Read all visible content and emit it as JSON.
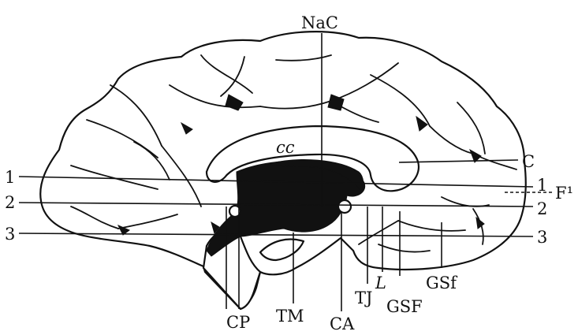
{
  "figure": {
    "labels": {
      "nac": "NaC",
      "cc": "cc",
      "c": "C",
      "f1": "F¹",
      "cp": "CP",
      "tm": "TM",
      "ca": "CA",
      "tj": "TJ",
      "l": "L",
      "gsf_upper": "GSF",
      "gsf_lower": "GSf"
    },
    "level_markers": {
      "left": [
        "1",
        "2",
        "3"
      ],
      "right": [
        "1",
        "2",
        "3"
      ]
    }
  }
}
